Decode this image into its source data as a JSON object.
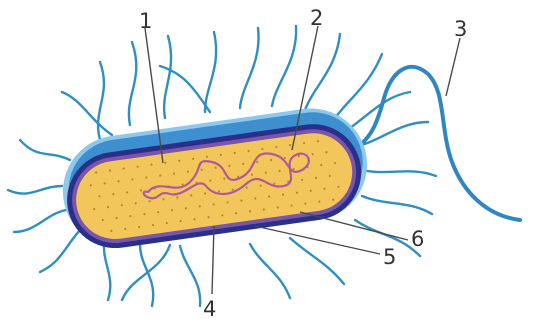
{
  "diagram": {
    "labels": [
      "1",
      "2",
      "3",
      "4",
      "5",
      "6"
    ]
  },
  "colors": {
    "pili": "#2f8fc2",
    "capsule_light": "#8ec9ec",
    "capsule_dark": "#3d8fd0",
    "cell_wall": "#2a2f8a",
    "membrane": "#7a55a8",
    "cytoplasm": "#f3c65c",
    "nucleoid": "#b05a9a",
    "flagellum": "#2f86c0"
  }
}
